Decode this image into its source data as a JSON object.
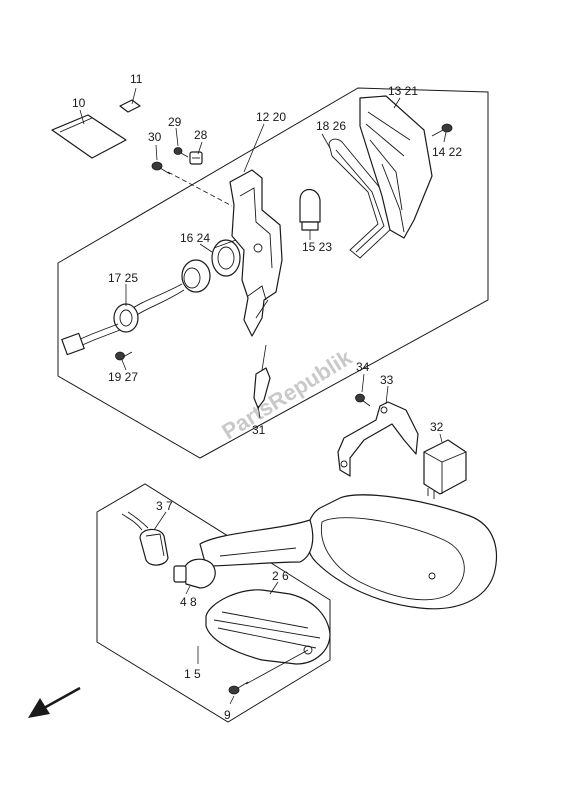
{
  "watermark": "PartsRepublik",
  "callouts": {
    "c11": "11",
    "c10": "10",
    "c29": "29",
    "c30": "30",
    "c28": "28",
    "c1220": "12 20",
    "c1321": "13 21",
    "c1826": "18 26",
    "c1422": "14 22",
    "c1624": "16 24",
    "c1523": "15 23",
    "c1725": "17 25",
    "c1927": "19 27",
    "c31": "31",
    "c34": "34",
    "c33": "33",
    "c32": "32",
    "c37": "3 7",
    "c26": "2 6",
    "c48": "4 8",
    "c15": "1 5",
    "c9": "9"
  }
}
